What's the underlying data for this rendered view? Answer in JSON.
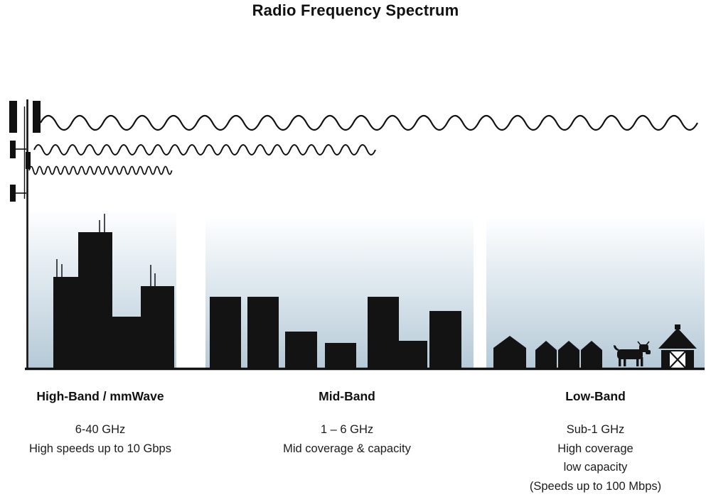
{
  "title": "Radio Frequency Spectrum",
  "bands": [
    {
      "name": "High-Band / mmWave",
      "freq": "6-40 GHz",
      "desc_lines": [
        "High speeds up to 10 Gbps"
      ]
    },
    {
      "name": "Mid-Band",
      "freq": "1 – 6 GHz",
      "desc_lines": [
        "Mid coverage & capacity"
      ]
    },
    {
      "name": "Low-Band",
      "freq": "Sub-1 GHz",
      "desc_lines": [
        "High coverage",
        "low capacity",
        "(Speeds up to 100 Mbps)"
      ]
    }
  ],
  "icons": {
    "cell_tower": "cell-tower-icon",
    "low_band_wave": "long-wavelength-wave",
    "mid_band_wave": "medium-wavelength-wave",
    "high_band_wave": "short-wavelength-wave",
    "city": "city-skyline",
    "suburb": "suburb-skyline",
    "rural": "rural-scene"
  },
  "colors": {
    "ink": "#111111",
    "sky_top": "#fdfeff",
    "sky_mid": "#dde7ee",
    "sky_bottom": "#b5c9d7"
  }
}
